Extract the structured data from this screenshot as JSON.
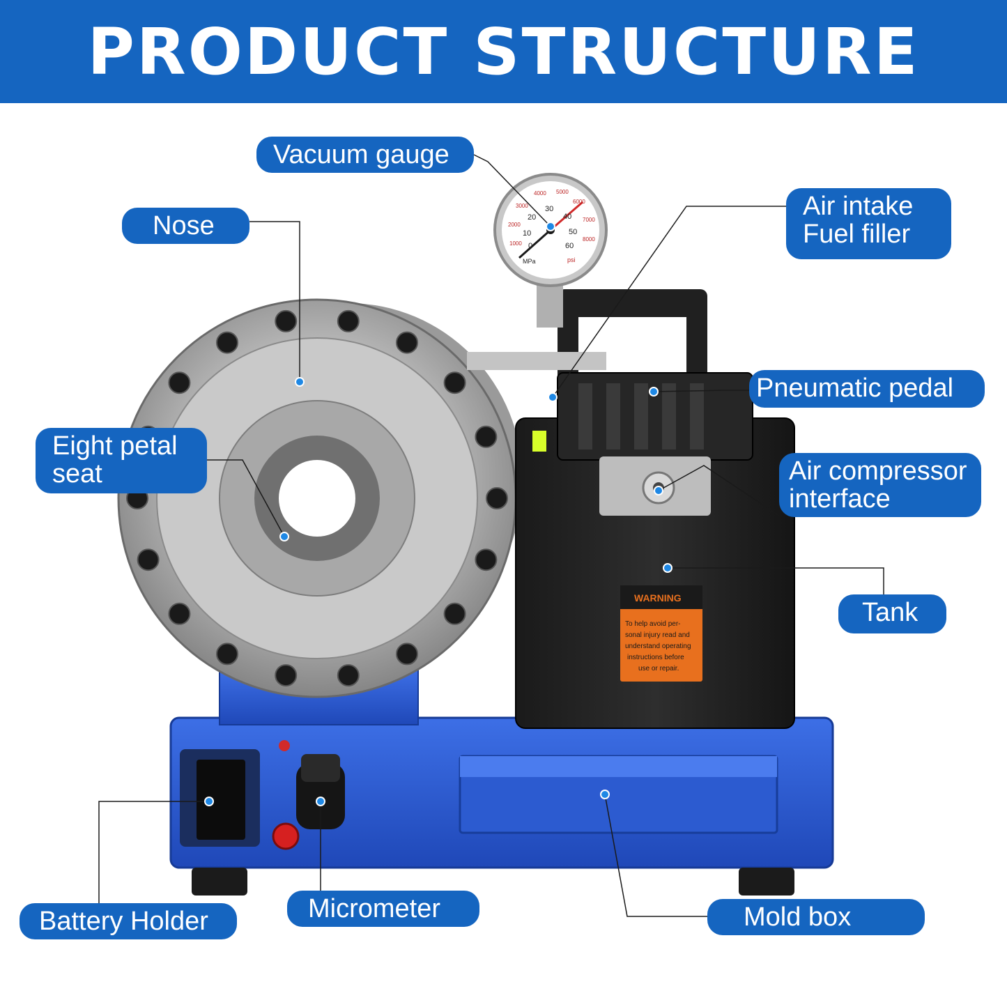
{
  "header": {
    "title": "PRODUCT STRUCTURE"
  },
  "callouts": {
    "vacuum_gauge": "Vacuum gauge",
    "nose": "Nose",
    "air_intake": [
      "Air intake",
      "Fuel filler"
    ],
    "pneumatic_pedal": "Pneumatic pedal",
    "eight_petal_seat": [
      "Eight petal",
      "seat"
    ],
    "air_compressor_interface": [
      "Air compressor",
      "interface"
    ],
    "tank": "Tank",
    "battery_holder": "Battery Holder",
    "micrometer": "Micrometer",
    "mold_box": "Mold box"
  },
  "warning_label": {
    "heading": "WARNING",
    "text": [
      "To help avoid per-",
      "sonal injury read and",
      "understand operating",
      "instructions before",
      "use or repair."
    ]
  },
  "gauge": {
    "inner_scale": [
      "0",
      "10",
      "20",
      "30",
      "40",
      "50",
      "60"
    ],
    "outer_scale": [
      "1000",
      "2000",
      "3000",
      "4000",
      "5000",
      "6000",
      "7000",
      "8000"
    ],
    "units": [
      "MPa",
      "psi"
    ]
  },
  "colors": {
    "brand_blue": "#1565c0",
    "machine_blue": "#2f5fd8",
    "warning_orange": "#e8701e"
  }
}
